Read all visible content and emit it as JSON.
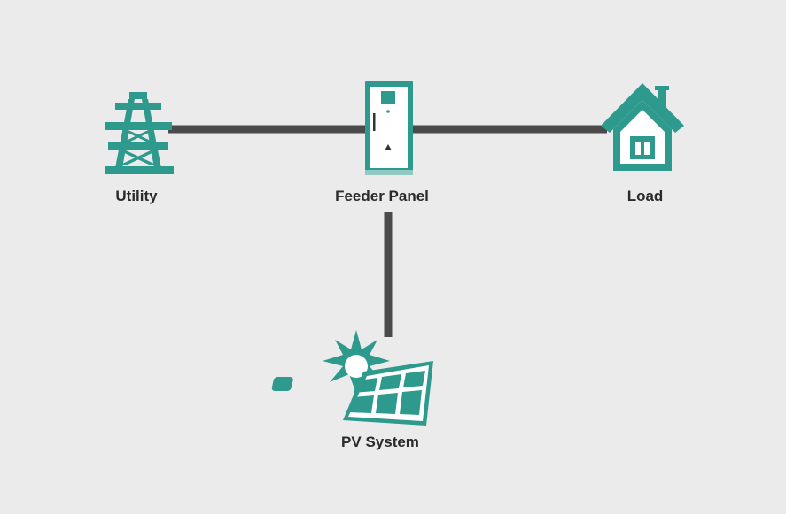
{
  "colors": {
    "background": "#ebebeb",
    "icon": "#2e9a8e",
    "line": "#4a4a4a",
    "text": "#2b2b2b"
  },
  "nodes": [
    {
      "id": "utility",
      "label": "Utility",
      "icon": "transmission-tower-icon"
    },
    {
      "id": "feeder",
      "label": "Feeder Panel",
      "icon": "feeder-panel-icon"
    },
    {
      "id": "load",
      "label": "Load",
      "icon": "house-icon"
    },
    {
      "id": "pv",
      "label": "PV System",
      "icon": "solar-panel-sun-icon"
    }
  ],
  "connections": [
    {
      "from": "utility",
      "to": "feeder"
    },
    {
      "from": "feeder",
      "to": "load"
    },
    {
      "from": "feeder",
      "to": "pv"
    }
  ]
}
